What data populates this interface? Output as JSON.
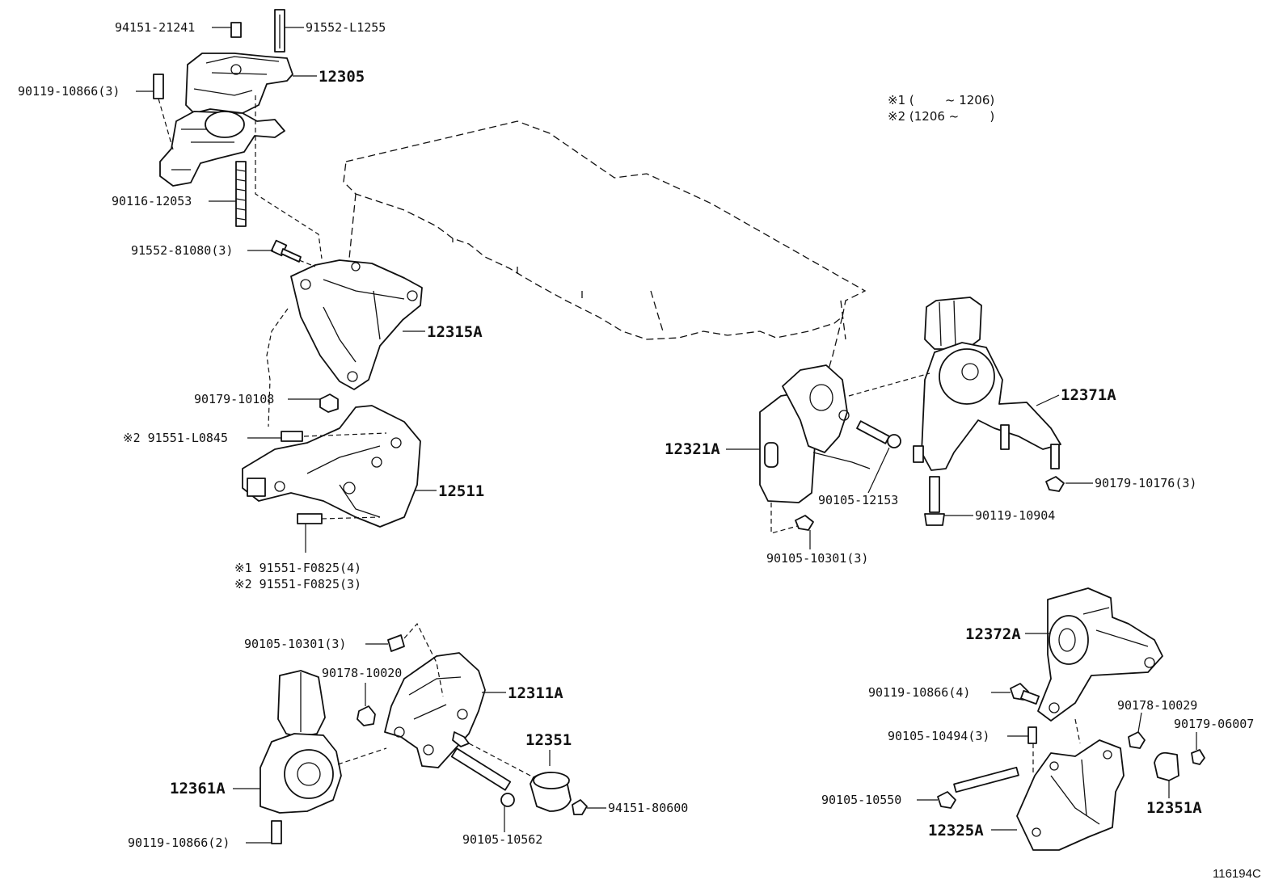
{
  "notes": {
    "n1": "※1 (        ~ 1206)",
    "n2": "※2 (1206 ~        )"
  },
  "figure_id": "116194C",
  "labels": {
    "p94151_21241": "94151-21241",
    "p91552_L1255": "91552-L1255",
    "p90119_10866_3": "90119-10866(3)",
    "p12305": "12305",
    "p90116_12053": "90116-12053",
    "p91552_81080_3": "91552-81080(3)",
    "p12315A": "12315A",
    "p90179_10108": "90179-10108",
    "p91551_L0845": "※2 91551-L0845",
    "p12511": "12511",
    "p91551_F0825_4": "※1 91551-F0825(4)",
    "p91551_F0825_3": "※2 91551-F0825(3)",
    "p90105_10301_3a": "90105-10301(3)",
    "p90178_10020": "90178-10020",
    "p12311A": "12311A",
    "p12351": "12351",
    "p12361A": "12361A",
    "p94151_80600": "94151-80600",
    "p90105_10562": "90105-10562",
    "p90119_10866_2": "90119-10866(2)",
    "p12321A": "12321A",
    "p12371A": "12371A",
    "p90105_12153": "90105-12153",
    "p90179_10176_3": "90179-10176(3)",
    "p90119_10904": "90119-10904",
    "p90105_10301_3b": "90105-10301(3)",
    "p12372A": "12372A",
    "p90119_10866_4": "90119-10866(4)",
    "p90178_10029": "90178-10029",
    "p90179_06007": "90179-06007",
    "p90105_10494_3": "90105-10494(3)",
    "p90105_10550": "90105-10550",
    "p12351A": "12351A",
    "p12325A": "12325A"
  }
}
